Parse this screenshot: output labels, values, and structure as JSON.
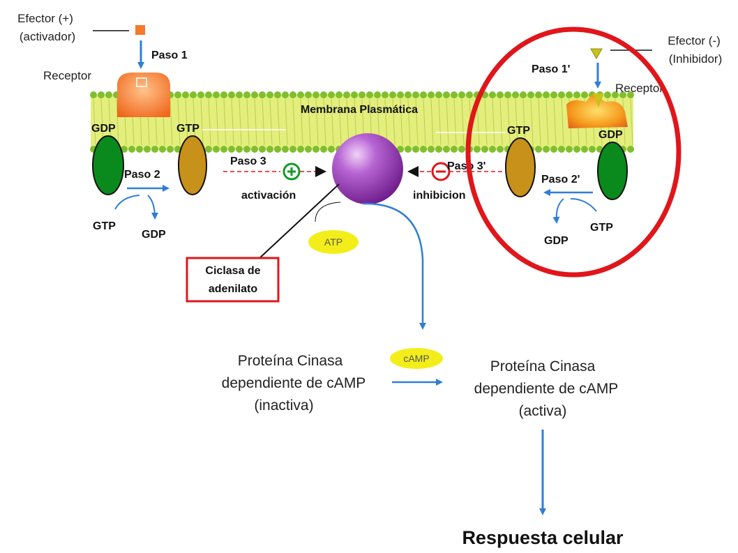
{
  "labels": {
    "efector_pos_line1": "Efector (+)",
    "efector_pos_line2": "(activador)",
    "paso1": "Paso 1",
    "receptor_left": "Receptor",
    "membrana": "Membrana Plasmática",
    "gdp_left_top": "GDP",
    "gtp_left_top": "GTP",
    "paso2": "Paso 2",
    "gtp_left_bottom": "GTP",
    "gdp_left_bottom": "GDP",
    "paso3": "Paso 3",
    "activacion": "activación",
    "efector_neg_line1": "Efector (-)",
    "efector_neg_line2": "(Inhibidor)",
    "paso1_prime": "Paso 1'",
    "receptor_right": "Receptor",
    "gtp_right_top": "GTP",
    "gdp_right_top": "GDP",
    "paso3_prime": "Paso 3'",
    "inhibicion": "inhibicion",
    "paso2_prime": "Paso 2'",
    "gtp_right_bottom": "GTP",
    "gdp_right_bottom": "GDP",
    "atp": "ATP",
    "ciclasa_line1": "Ciclasa de",
    "ciclasa_line2": "adenilato",
    "camp": "cAMP",
    "pk_inactive_line1": "Proteína Cinasa",
    "pk_inactive_line2": "dependiente de cAMP",
    "pk_inactive_line3": "(inactiva)",
    "pk_active_line1": "Proteína Cinasa",
    "pk_active_line2": "dependiente de cAMP",
    "pk_active_line3": "(activa)",
    "respuesta": "Respuesta celular"
  },
  "colors": {
    "membrane": "#e3ee7d",
    "membrane_dot": "#7fbf2e",
    "g_green": "#0a8a1c",
    "g_gold": "#c8911a",
    "cyclase": "#9a3fb8",
    "arrow_blue": "#2f7ed8",
    "highlight_red": "#e0161b",
    "plus_green": "#139a26",
    "yellow_tag": "#f3ee1a",
    "receptor_orange": "#f57a2a"
  }
}
